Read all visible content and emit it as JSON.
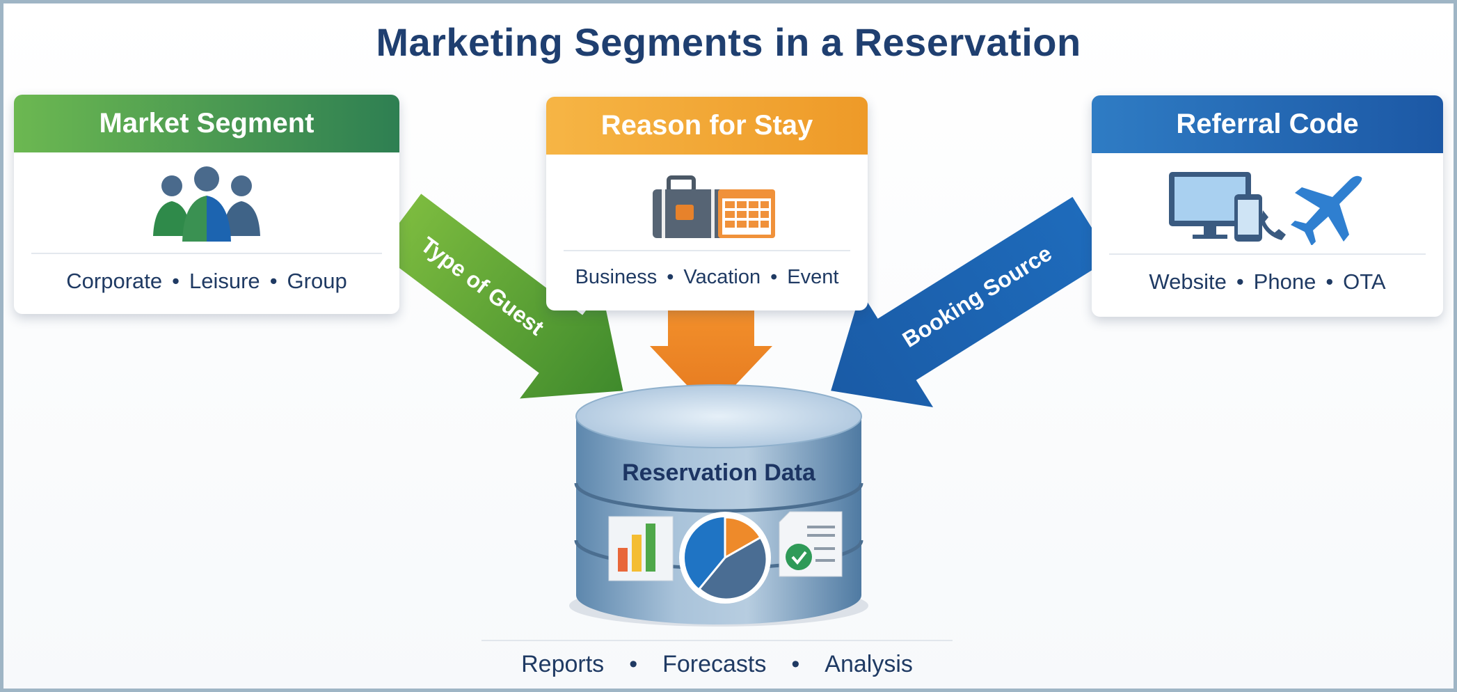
{
  "title": "Marketing Segments in a Reservation",
  "cards": [
    {
      "title": "Market Segment",
      "items": [
        "Corporate",
        "Leisure",
        "Group"
      ],
      "icon": "people-icon",
      "color": "#3a9152"
    },
    {
      "title": "Reason for Stay",
      "items": [
        "Business",
        "Vacation",
        "Event"
      ],
      "icon": "suitcase-calendar-icon",
      "color": "#f0a22e"
    },
    {
      "title": "Referral Code",
      "items": [
        "Website",
        "Phone",
        "OTA"
      ],
      "icon": "devices-plane-icon",
      "color": "#2468b5"
    }
  ],
  "arrows": {
    "green": "Type of Guest",
    "orange": "",
    "blue": "Booking Source"
  },
  "database": {
    "label": "Reservation Data"
  },
  "outputs": [
    "Reports",
    "Forecasts",
    "Analysis"
  ],
  "separator": "•"
}
